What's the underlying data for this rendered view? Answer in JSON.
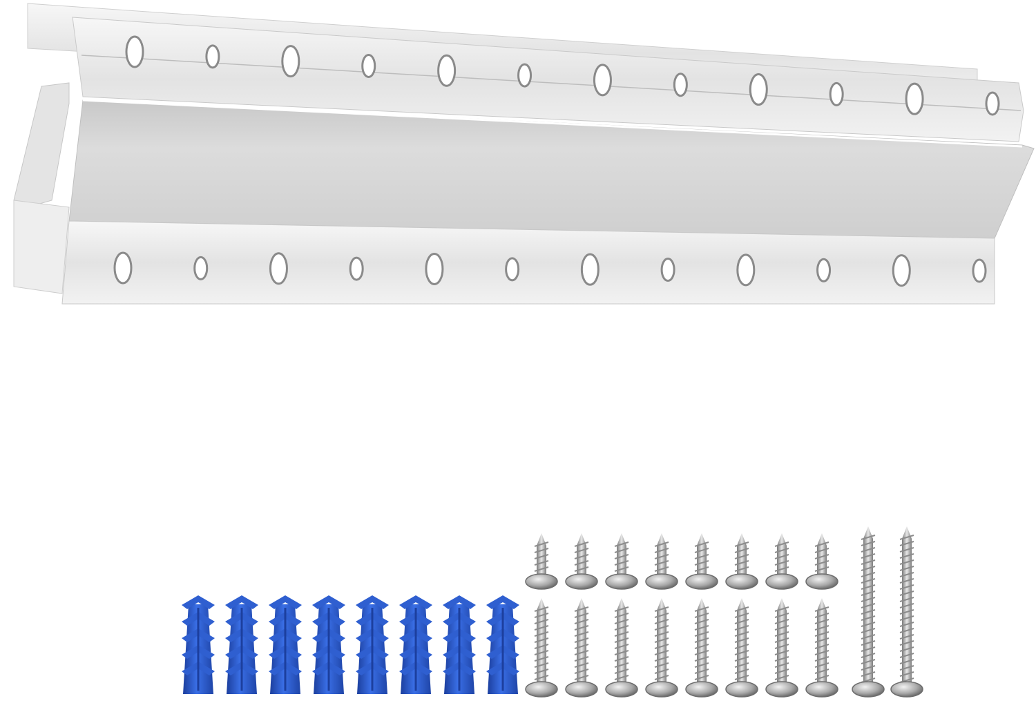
{
  "scene": {
    "subject": "z-clip-wall-mount-bracket-kit",
    "background_color": "#ffffff"
  },
  "brackets": {
    "count": 2,
    "metal_light": "#f4f4f4",
    "metal_mid": "#d9d9d9",
    "metal_dark": "#b9b9b9",
    "hole_shadow": "#8a8a8a",
    "holes_per_row": 12
  },
  "anchors": {
    "count": 8,
    "color": "#2f5fd0",
    "color_dark": "#1c3f9e"
  },
  "screws": {
    "short_count": 16,
    "long_count": 2,
    "color_light": "#e6e6e6",
    "color_dark": "#6d6d6d"
  }
}
